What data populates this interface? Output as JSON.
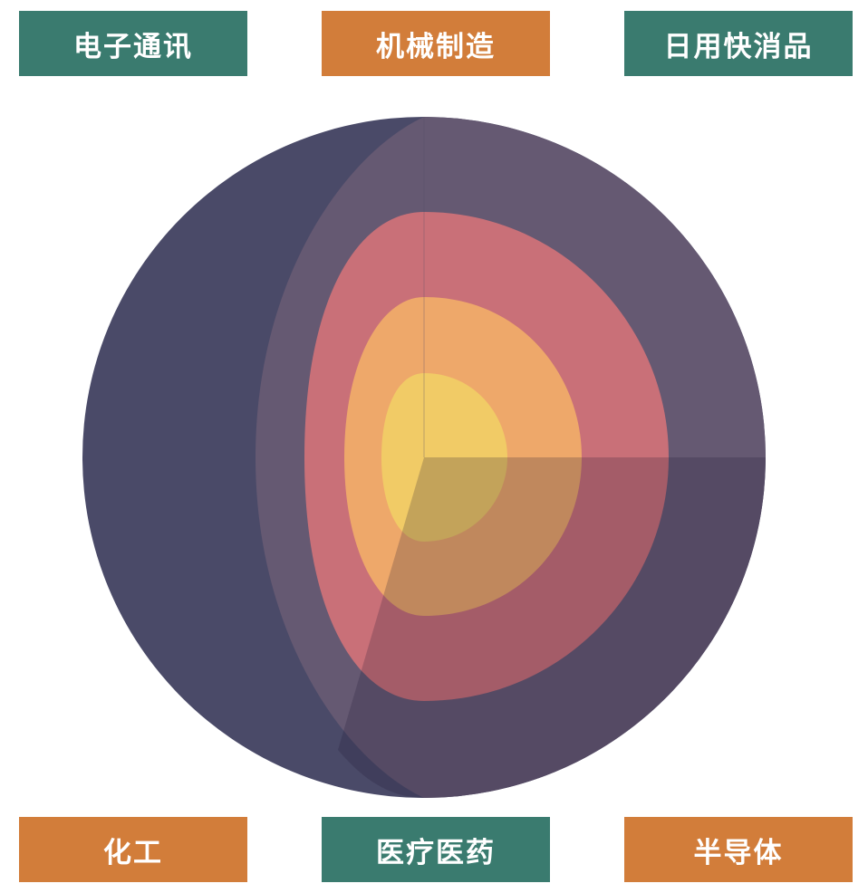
{
  "labels": [
    {
      "text": "电子通讯",
      "color": "#3a7b6f"
    },
    {
      "text": "机械制造",
      "color": "#d27d3a"
    },
    {
      "text": "日用快消品",
      "color": "#3a7b6f"
    },
    {
      "text": "化工",
      "color": "#d27d3a"
    },
    {
      "text": "医疗医药",
      "color": "#3a7b6f"
    },
    {
      "text": "半导体",
      "color": "#d27d3a"
    }
  ],
  "sphere_colors": {
    "outer_shell": "#4a4a68",
    "mantle": "#655972",
    "outer_core": "#c97078",
    "inner_core": "#e8a468",
    "center": "#ecc866"
  }
}
